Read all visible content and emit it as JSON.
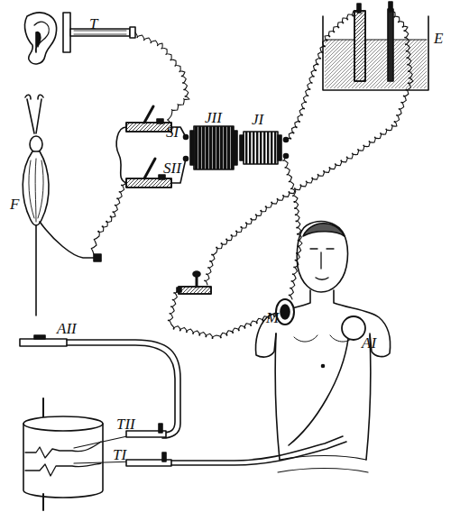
{
  "diagram": {
    "labels": [
      "T",
      "SI",
      "SII",
      "JII",
      "JI",
      "E",
      "M",
      "F",
      "AII",
      "AI",
      "TII",
      "TI"
    ]
  }
}
